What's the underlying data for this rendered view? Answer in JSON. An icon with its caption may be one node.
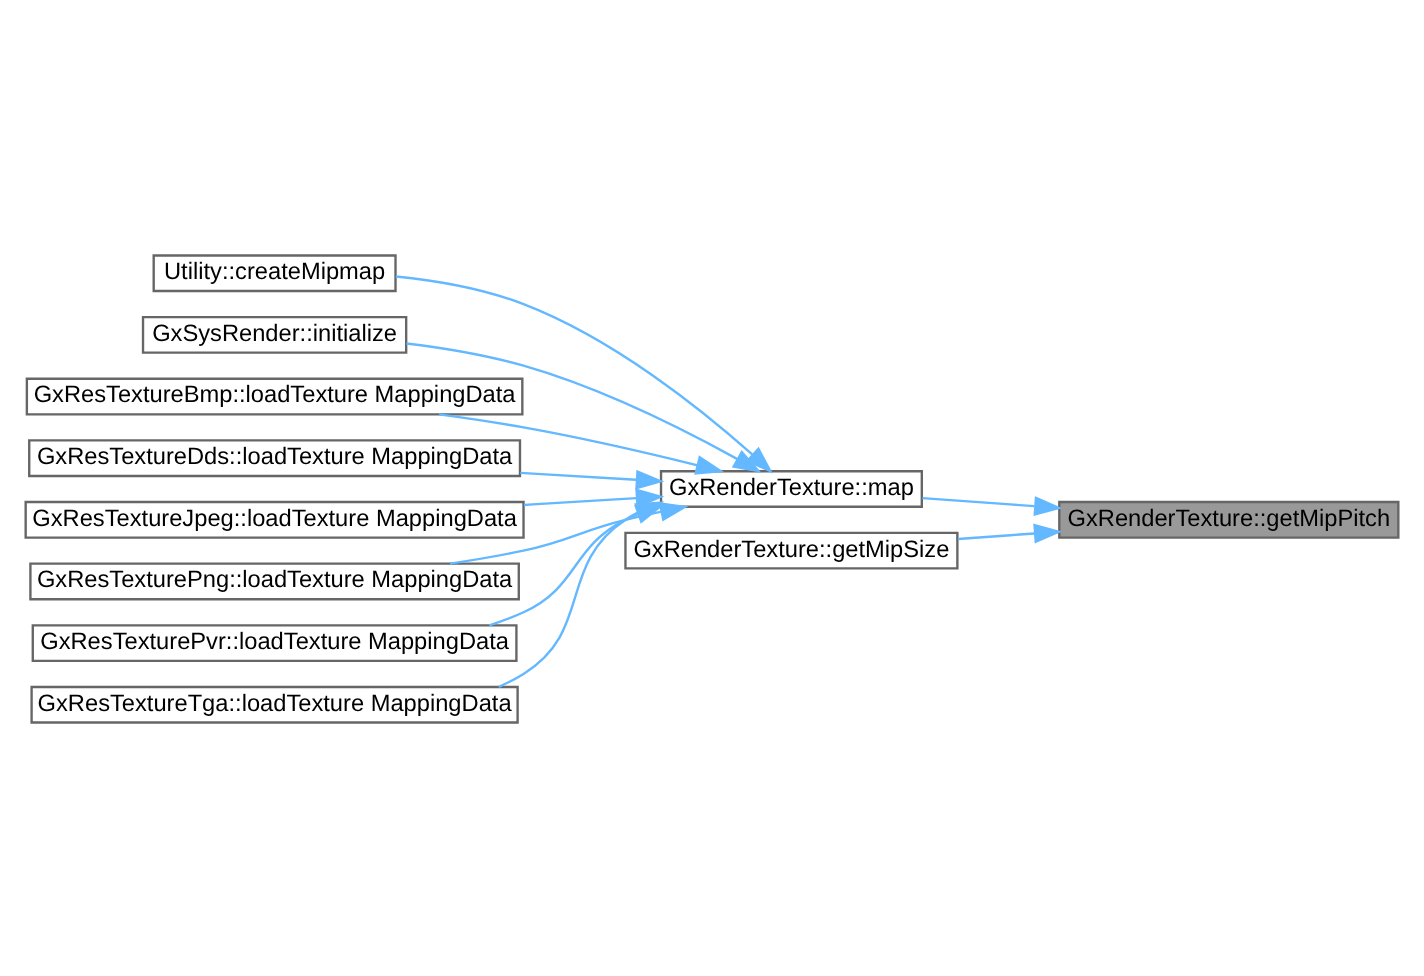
{
  "diagram": {
    "nodes": [
      {
        "text": [
          "Utility::createMipmap"
        ]
      },
      {
        "text": [
          "GxSysRender::initialize"
        ]
      },
      {
        "text": [
          "GxResTextureBmp::loadTexture MappingData"
        ]
      },
      {
        "text": [
          "GxResTextureDds::loadTexture MappingData"
        ]
      },
      {
        "text": [
          "GxResTextureJpeg::loadTexture MappingData"
        ]
      },
      {
        "text": [
          "GxResTexturePng::loadTexture MappingData"
        ]
      },
      {
        "text": [
          "GxResTexturePvr::loadTexture MappingData"
        ]
      },
      {
        "text": [
          "GxResTextureTga::loadTexture MappingData"
        ]
      },
      {
        "text": [
          "GxRenderTexture::getMipSize"
        ]
      },
      {
        "text": [
          "GxRenderTexture::map"
        ]
      },
      {
        "text": [
          "GxRenderTexture::getMipPitch"
        ]
      }
    ],
    "edges": [
      {
        "from": 8,
        "to": 10,
        "arrow": "to"
      },
      {
        "from": 9,
        "to": 10,
        "arrow": "to"
      },
      {
        "from": 0,
        "to": 9,
        "arrow": "to"
      },
      {
        "from": 1,
        "to": 9,
        "arrow": "to"
      },
      {
        "from": 2,
        "to": 9,
        "arrow": "to"
      },
      {
        "from": 3,
        "to": 9,
        "arrow": "to"
      },
      {
        "from": 4,
        "to": 9,
        "arrow": "to"
      },
      {
        "from": 5,
        "to": 9,
        "arrow": "to"
      },
      {
        "from": 6,
        "to": 9,
        "arrow": "to"
      },
      {
        "from": 7,
        "to": 9,
        "arrow": "to"
      }
    ]
  }
}
